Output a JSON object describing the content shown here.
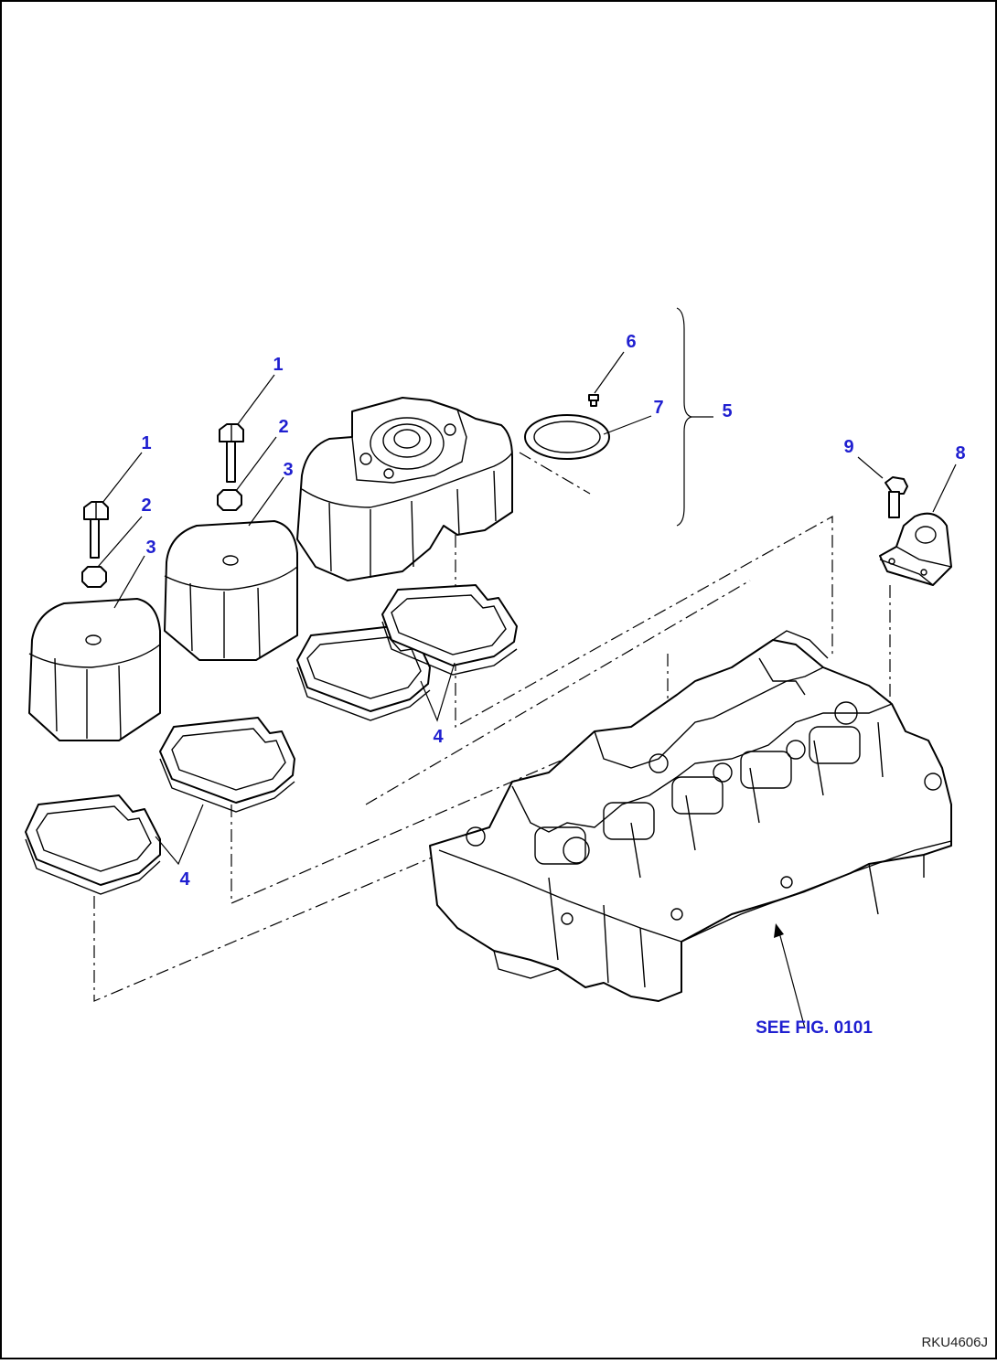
{
  "callouts": {
    "c1a": "1",
    "c1b": "1",
    "c2a": "2",
    "c2b": "2",
    "c3a": "3",
    "c3b": "3",
    "c4a": "4",
    "c4b": "4",
    "c5": "5",
    "c6": "6",
    "c7": "7",
    "c8": "8",
    "c9": "9"
  },
  "reference": "SEE FIG. 0101",
  "drawing_code": "RKU4606J"
}
